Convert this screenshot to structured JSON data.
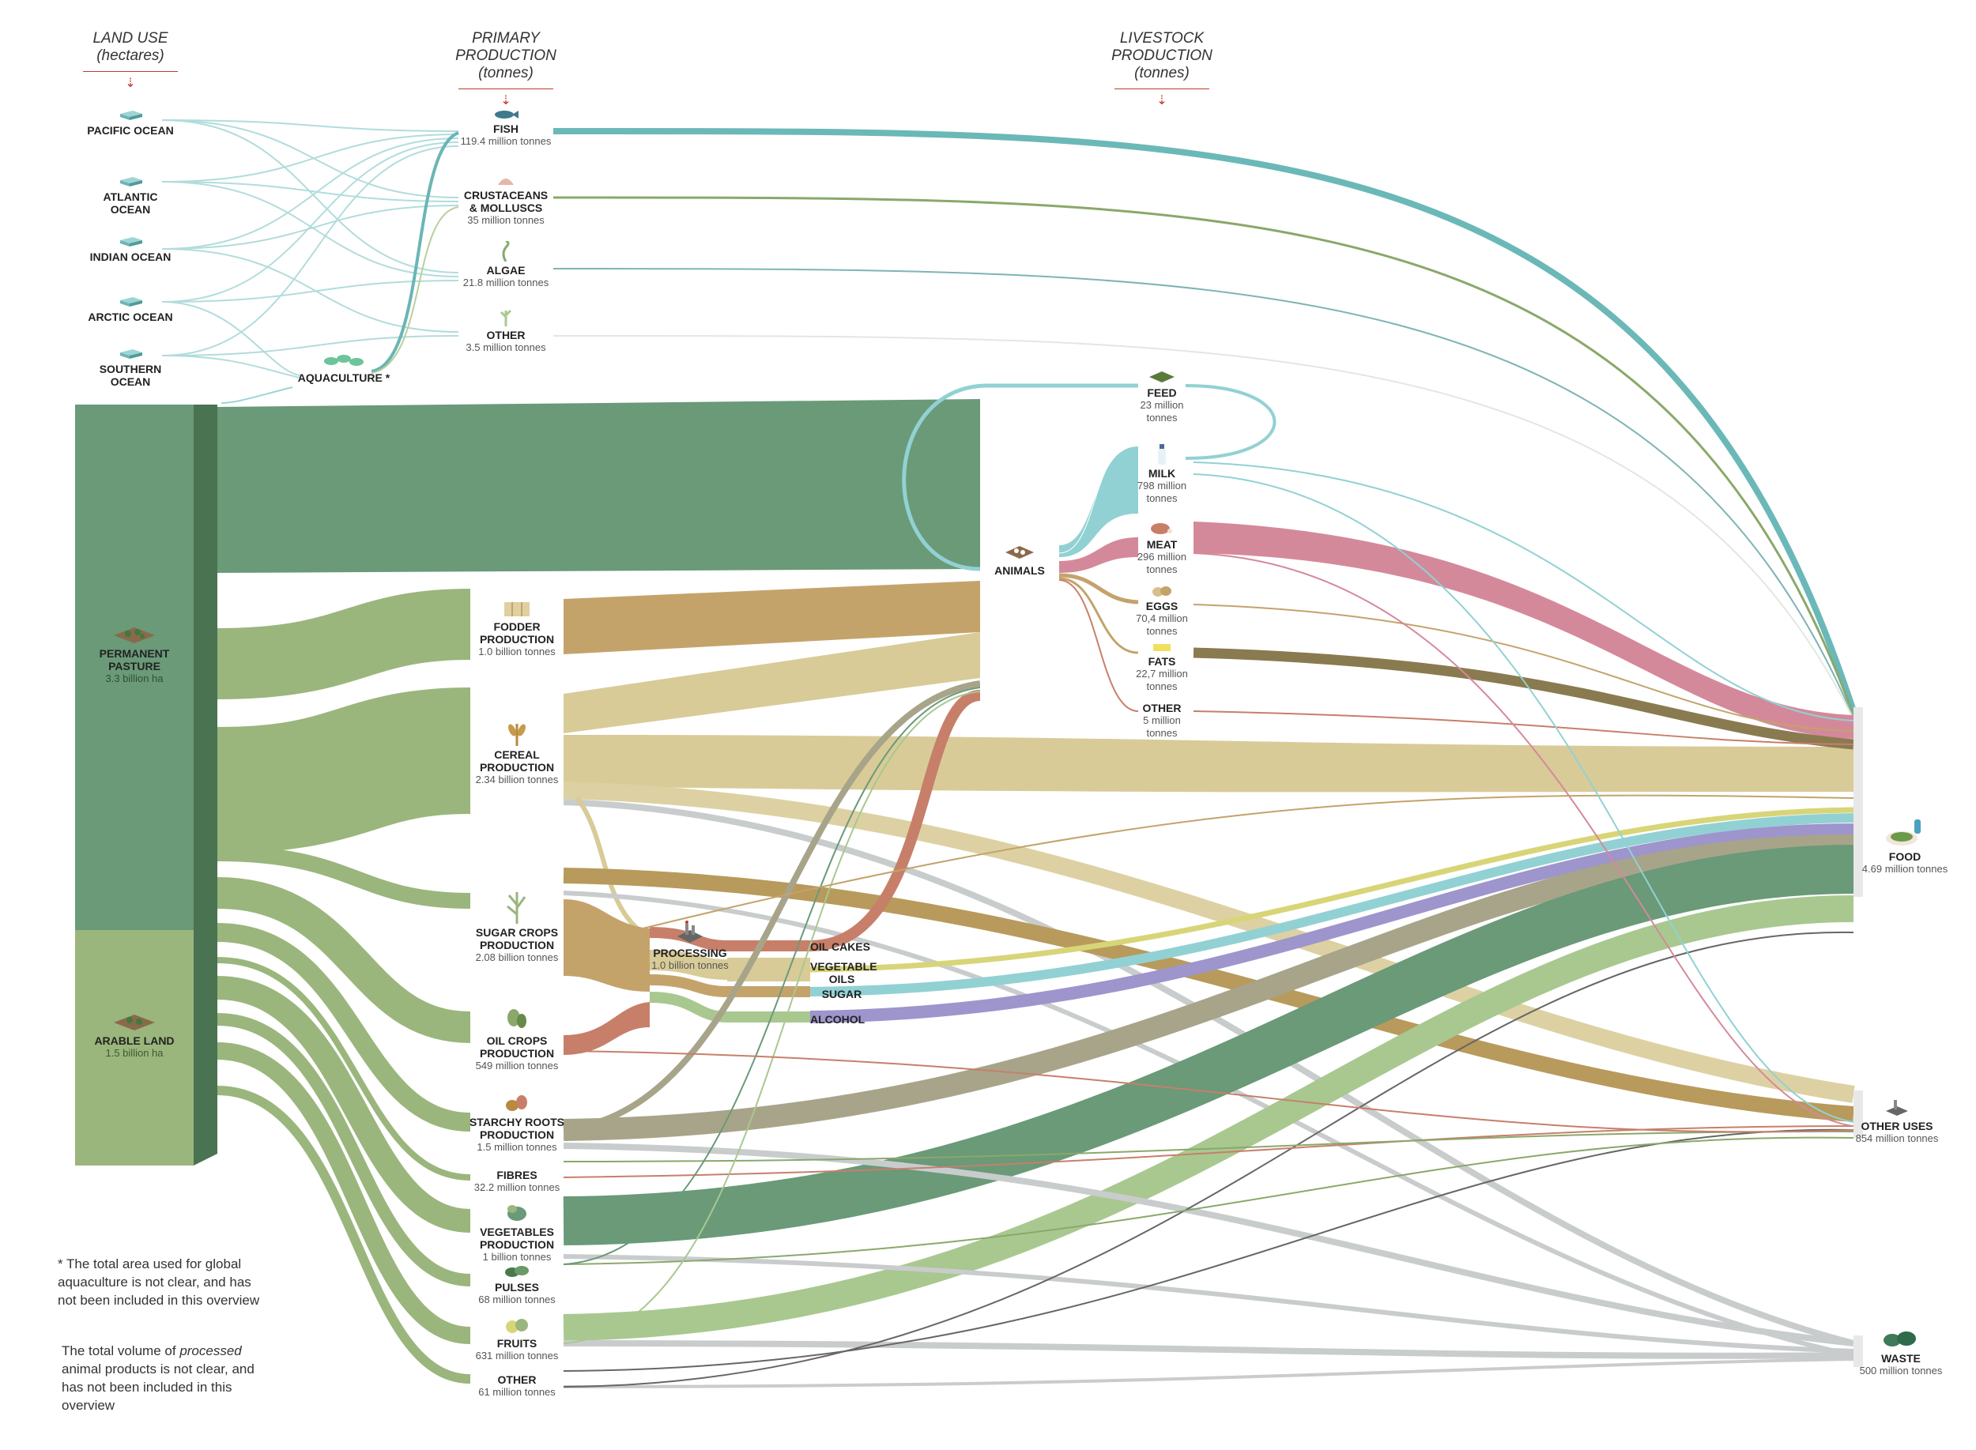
{
  "headers": {
    "land_use": {
      "title": "LAND USE",
      "unit": "(hectares)"
    },
    "primary": {
      "title": "PRIMARY PRODUCTION",
      "unit": "(tonnes)"
    },
    "livestock": {
      "title": "LIVESTOCK PRODUCTION",
      "unit": "(tonnes)"
    }
  },
  "land": {
    "pacific": "PACIFIC OCEAN",
    "atlantic": "ATLANTIC OCEAN",
    "indian": "INDIAN OCEAN",
    "arctic": "ARCTIC OCEAN",
    "southern": "SOUTHERN OCEAN",
    "aquaculture": "AQUACULTURE *",
    "pasture": {
      "name": "PERMANENT PASTURE",
      "value": "3.3 billion ha"
    },
    "arable": {
      "name": "ARABLE LAND",
      "value": "1.5 billion ha"
    }
  },
  "sea": {
    "fish": {
      "name": "FISH",
      "value": "119.4 million tonnes"
    },
    "crust": {
      "name": "CRUSTACEANS & MOLLUSCS",
      "value": "35 million tonnes"
    },
    "algae": {
      "name": "ALGAE",
      "value": "21.8 million tonnes"
    },
    "other": {
      "name": "OTHER",
      "value": "3.5 million tonnes"
    }
  },
  "crops": {
    "fodder": {
      "name": "FODDER PRODUCTION",
      "value": "1.0 billion tonnes"
    },
    "cereal": {
      "name": "CEREAL PRODUCTION",
      "value": "2.34 billion tonnes"
    },
    "sugar": {
      "name": "SUGAR CROPS PRODUCTION",
      "value": "2.08 billion tonnes"
    },
    "oil": {
      "name": "OIL CROPS PRODUCTION",
      "value": "549 million tonnes"
    },
    "starch": {
      "name": "STARCHY ROOTS PRODUCTION",
      "value": "1.5 million tonnes"
    },
    "fibres": {
      "name": "FIBRES",
      "value": "32.2 million tonnes"
    },
    "veg": {
      "name": "VEGETABLES PRODUCTION",
      "value": "1 billion tonnes"
    },
    "pulses": {
      "name": "PULSES",
      "value": "68 million tonnes"
    },
    "fruits": {
      "name": "FRUITS",
      "value": "631 million tonnes"
    },
    "other": {
      "name": "OTHER",
      "value": "61 million tonnes"
    }
  },
  "processing": {
    "node": {
      "name": "PROCESSING",
      "value": "1.0 billion tonnes"
    },
    "oilcakes": "OIL CAKES",
    "vegoils": "VEGETABLE OILS",
    "sugar": "SUGAR",
    "alcohol": "ALCOHOL"
  },
  "animals": "ANIMALS",
  "livestock": {
    "feed": {
      "name": "FEED",
      "value": "23 million tonnes"
    },
    "milk": {
      "name": "MILK",
      "value": "798 million tonnes"
    },
    "meat": {
      "name": "MEAT",
      "value": "296 million tonnes"
    },
    "eggs": {
      "name": "EGGS",
      "value": "70,4 million tonnes"
    },
    "fats": {
      "name": "FATS",
      "value": "22,7 million tonnes"
    },
    "other": {
      "name": "OTHER",
      "value": "5 million tonnes"
    }
  },
  "destinations": {
    "food": {
      "name": "FOOD",
      "value": "4.69 million tonnes"
    },
    "other_uses": {
      "name": "OTHER USES",
      "value": "854 million tonnes"
    },
    "waste": {
      "name": "WASTE",
      "value": "500 million tonnes"
    }
  },
  "notes": {
    "aquaculture": "* The total area used for global aquaculture is not clear, and has not been included in this overview",
    "processed_pre": "The total volume of ",
    "processed_em": "processed",
    "processed_post": " animal products is not clear, and has not been included in this overview"
  },
  "colors": {
    "pasture": "#6a9a78",
    "arable": "#9ab67c",
    "sea": "#7fc4c4",
    "fodder": "#c4a36b",
    "cereal": "#d8cb98",
    "oil": "#c77f6a",
    "starch": "#a8a48a",
    "veg": "#6a9a78",
    "fruits": "#a8c890",
    "milk": "#92d1d3",
    "meat": "#d4899a",
    "fats": "#8a7a50",
    "alcohol": "#9d95cc",
    "waste": "#bfc2c4"
  }
}
